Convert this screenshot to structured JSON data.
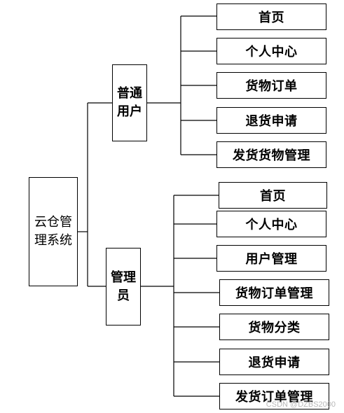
{
  "root": {
    "line1": "云仓管",
    "line2": "理系统"
  },
  "branches": [
    {
      "line1": "普通",
      "line2": "用户",
      "items": [
        "首页",
        "个人中心",
        "货物订单",
        "退货申请",
        "发货货物管理"
      ]
    },
    {
      "line1": "管理",
      "line2": "员",
      "items": [
        "首页",
        "个人中心",
        "用户管理",
        "货物订单管理",
        "货物分类",
        "退货申请",
        "发货订单管理"
      ]
    }
  ],
  "watermark": "CSDN @DZBS2000"
}
